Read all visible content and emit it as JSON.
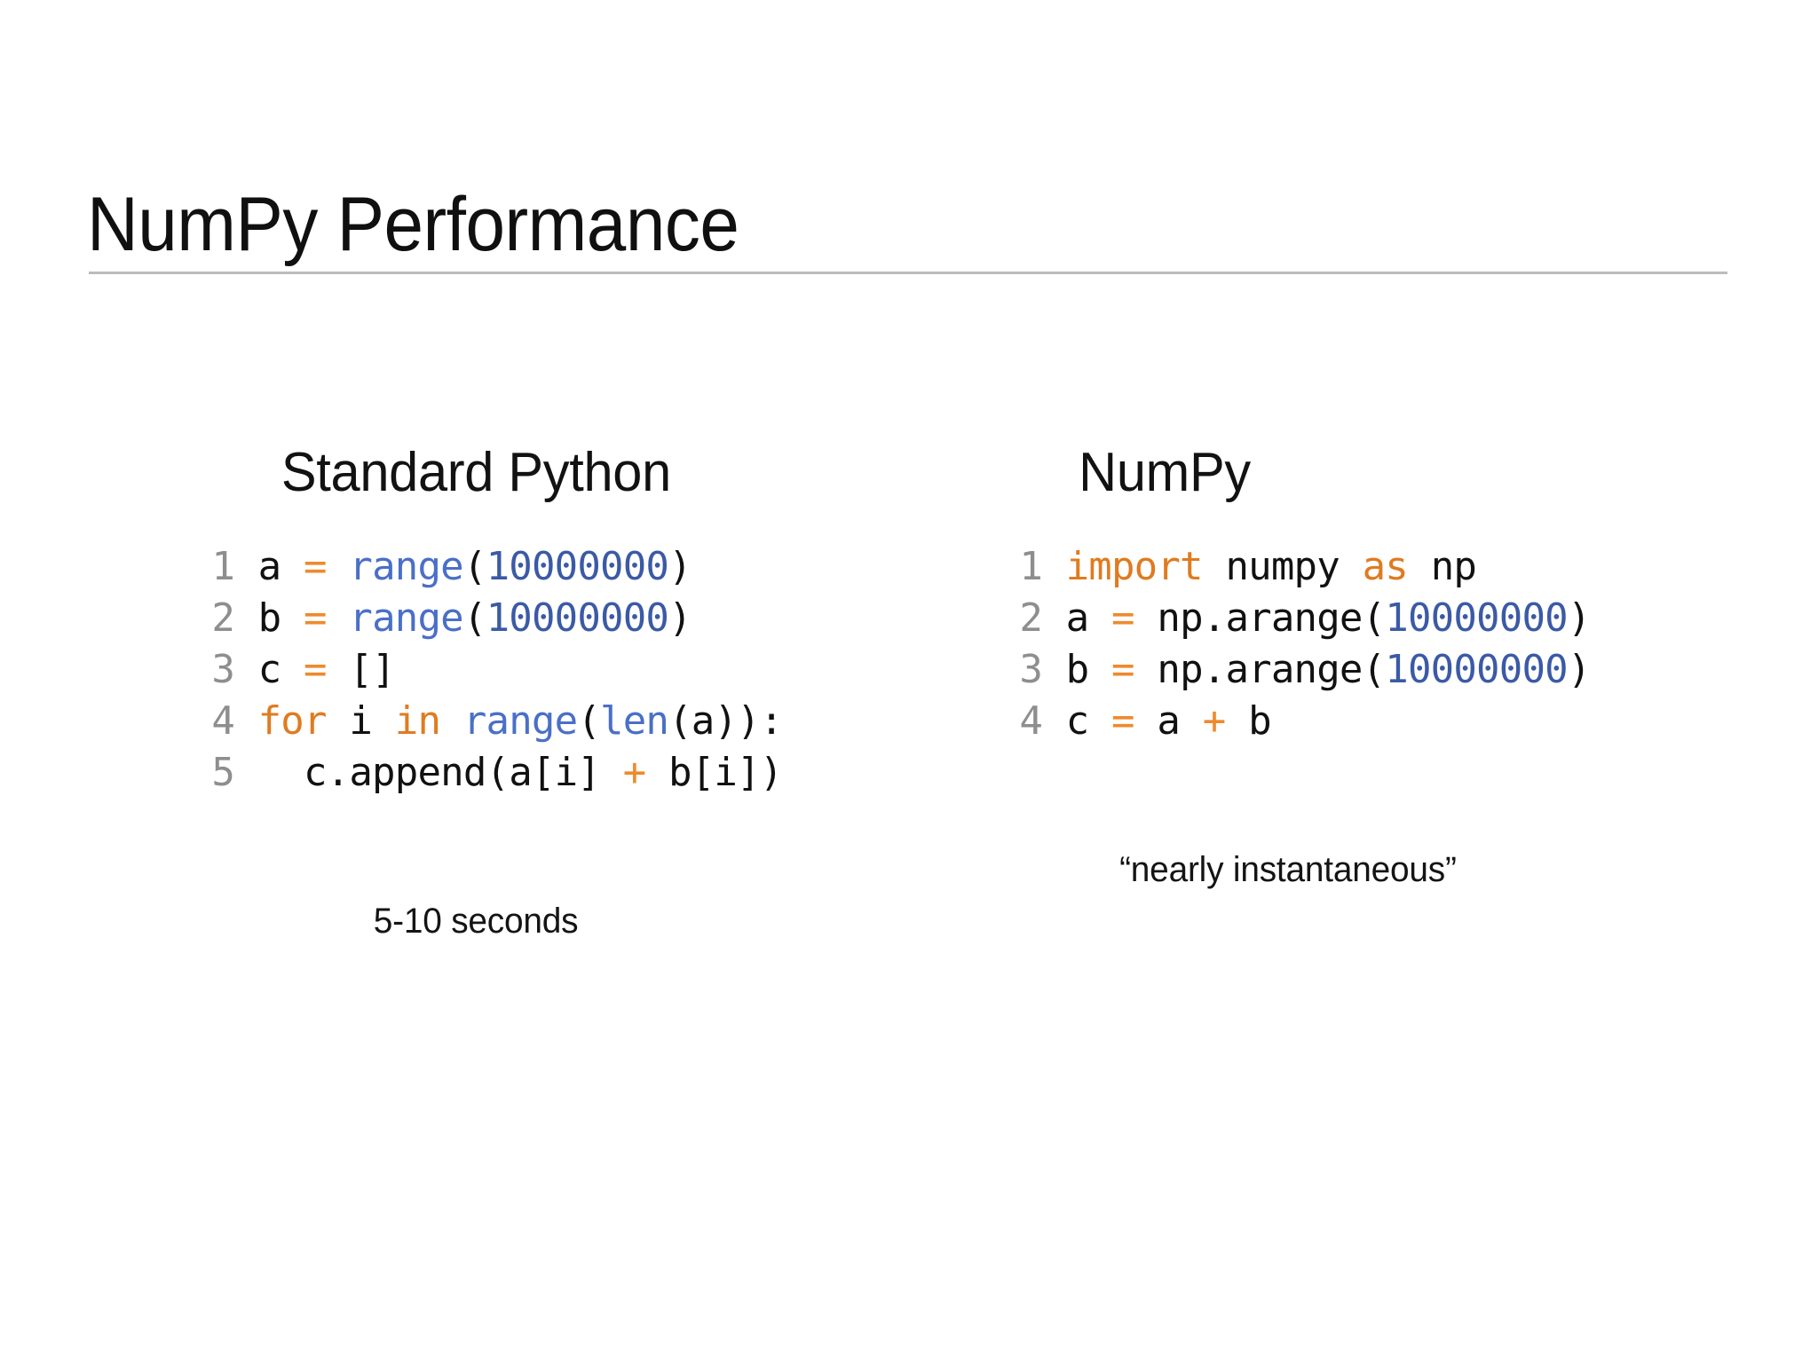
{
  "slide": {
    "title": "NumPy Performance",
    "divider_color": "#bcbcbc",
    "background_color": "#ffffff"
  },
  "palette": {
    "line_number": "#8e8e8e",
    "keyword": "#e07b20",
    "operator": "#ee8a2c",
    "builtin_function": "#4a6fc8",
    "number_literal": "#3b5aa6",
    "plain_text": "#111111"
  },
  "columns": [
    {
      "heading": "Standard Python",
      "caption": "5-10 seconds",
      "language": "python",
      "code_lines": [
        {
          "number": "1",
          "tokens": [
            {
              "t": "a ",
              "k": "txt"
            },
            {
              "t": "=",
              "k": "op"
            },
            {
              "t": " ",
              "k": "txt"
            },
            {
              "t": "range",
              "k": "fn"
            },
            {
              "t": "(",
              "k": "txt"
            },
            {
              "t": "10000000",
              "k": "num"
            },
            {
              "t": ")",
              "k": "txt"
            }
          ]
        },
        {
          "number": "2",
          "tokens": [
            {
              "t": "b ",
              "k": "txt"
            },
            {
              "t": "=",
              "k": "op"
            },
            {
              "t": " ",
              "k": "txt"
            },
            {
              "t": "range",
              "k": "fn"
            },
            {
              "t": "(",
              "k": "txt"
            },
            {
              "t": "10000000",
              "k": "num"
            },
            {
              "t": ")",
              "k": "txt"
            }
          ]
        },
        {
          "number": "3",
          "tokens": [
            {
              "t": "c ",
              "k": "txt"
            },
            {
              "t": "=",
              "k": "op"
            },
            {
              "t": " []",
              "k": "txt"
            }
          ]
        },
        {
          "number": "4",
          "tokens": [
            {
              "t": "for",
              "k": "kw"
            },
            {
              "t": " i ",
              "k": "txt"
            },
            {
              "t": "in",
              "k": "kw"
            },
            {
              "t": " ",
              "k": "txt"
            },
            {
              "t": "range",
              "k": "fn"
            },
            {
              "t": "(",
              "k": "txt"
            },
            {
              "t": "len",
              "k": "fn"
            },
            {
              "t": "(a)):",
              "k": "txt"
            }
          ]
        },
        {
          "number": "5",
          "tokens": [
            {
              "t": "  c.append(a[i] ",
              "k": "txt"
            },
            {
              "t": "+",
              "k": "op"
            },
            {
              "t": " b[i])",
              "k": "txt"
            }
          ]
        }
      ]
    },
    {
      "heading": "NumPy",
      "caption": "“nearly instantaneous”",
      "language": "python",
      "code_lines": [
        {
          "number": "1",
          "tokens": [
            {
              "t": "import",
              "k": "kw"
            },
            {
              "t": " numpy ",
              "k": "txt"
            },
            {
              "t": "as",
              "k": "kw"
            },
            {
              "t": " np",
              "k": "txt"
            }
          ]
        },
        {
          "number": "2",
          "tokens": [
            {
              "t": "a ",
              "k": "txt"
            },
            {
              "t": "=",
              "k": "op"
            },
            {
              "t": " np.arange(",
              "k": "txt"
            },
            {
              "t": "10000000",
              "k": "num"
            },
            {
              "t": ")",
              "k": "txt"
            }
          ]
        },
        {
          "number": "3",
          "tokens": [
            {
              "t": "b ",
              "k": "txt"
            },
            {
              "t": "=",
              "k": "op"
            },
            {
              "t": " np.arange(",
              "k": "txt"
            },
            {
              "t": "10000000",
              "k": "num"
            },
            {
              "t": ")",
              "k": "txt"
            }
          ]
        },
        {
          "number": "4",
          "tokens": [
            {
              "t": "c ",
              "k": "txt"
            },
            {
              "t": "=",
              "k": "op"
            },
            {
              "t": " a ",
              "k": "txt"
            },
            {
              "t": "+",
              "k": "op"
            },
            {
              "t": " b",
              "k": "txt"
            }
          ]
        }
      ]
    }
  ]
}
